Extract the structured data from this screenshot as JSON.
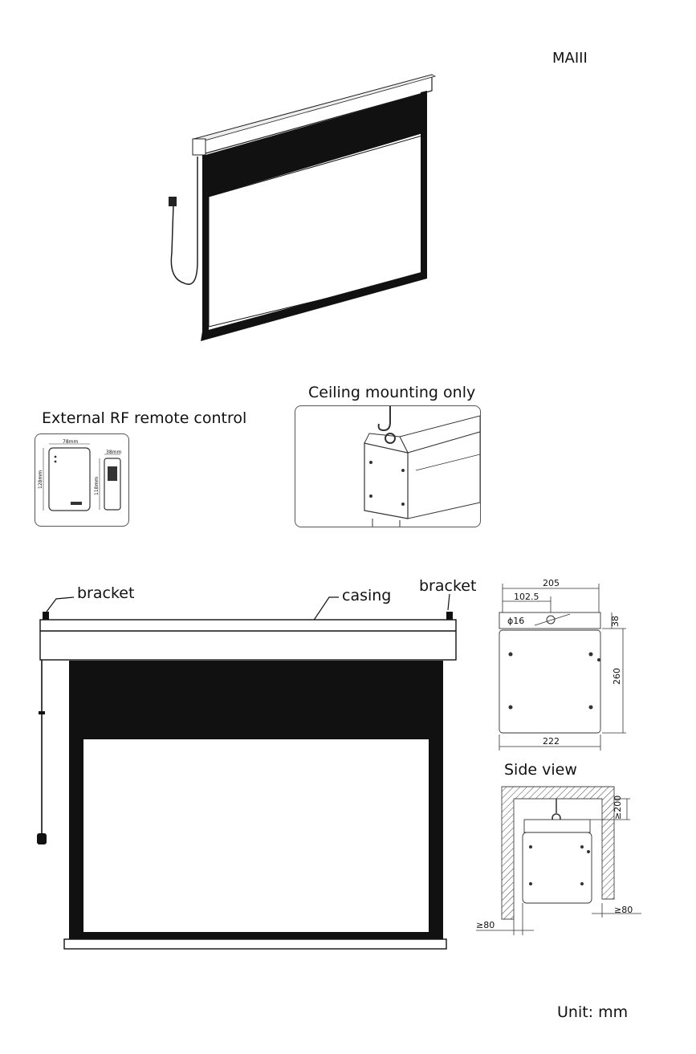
{
  "model": "MAIII",
  "remote": {
    "title": "External RF remote control",
    "width_label": "78mm",
    "height_label": "128mm",
    "small_width_label": "38mm",
    "small_height_label": "118mm"
  },
  "mounting": {
    "title": "Ceiling mounting only"
  },
  "front": {
    "bracket_left": "bracket",
    "bracket_right": "bracket",
    "casing": "casing"
  },
  "end_view": {
    "width_top": "205",
    "half_width": "102.5",
    "hole": "16",
    "top_height": "38",
    "height": "260",
    "width_bottom": "222"
  },
  "side_view": {
    "title": "Side view",
    "clearance_top": "≥200",
    "clearance_right": "≥80",
    "clearance_left": "≥80"
  },
  "unit": "Unit: mm"
}
